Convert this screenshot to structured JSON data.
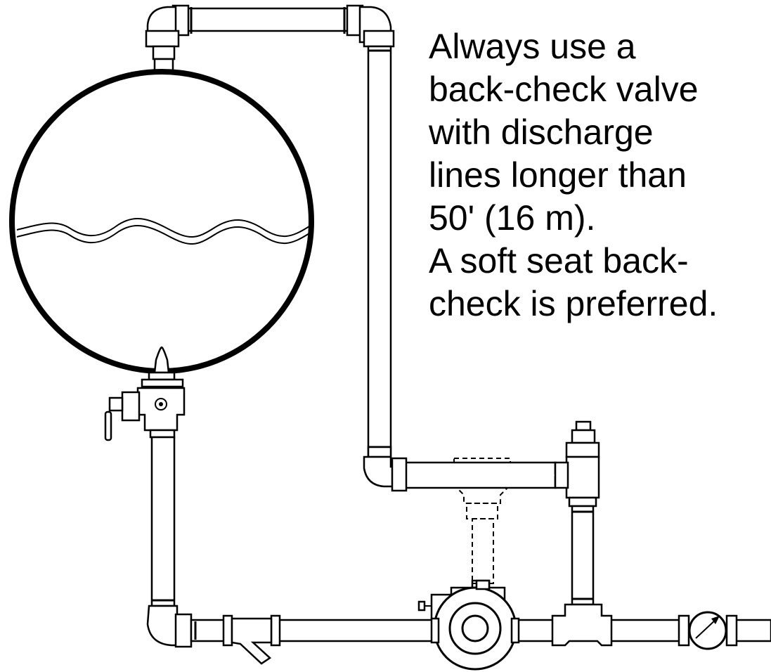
{
  "note": {
    "lines": [
      "Always use a",
      "back-check valve",
      "with discharge",
      "lines longer than",
      "50' (16 m).",
      "A soft seat back-",
      "check is preferred."
    ]
  },
  "colors": {
    "line": "#000000",
    "background": "#ffffff"
  },
  "components": {
    "tank": "tank",
    "water_line": "water-level",
    "tank_valve": "tank-bottom-valve",
    "strainer": "y-strainer",
    "pump": "pump",
    "back_check": "back-check-valve",
    "tee": "tee-fitting",
    "meter": "flow-meter"
  }
}
